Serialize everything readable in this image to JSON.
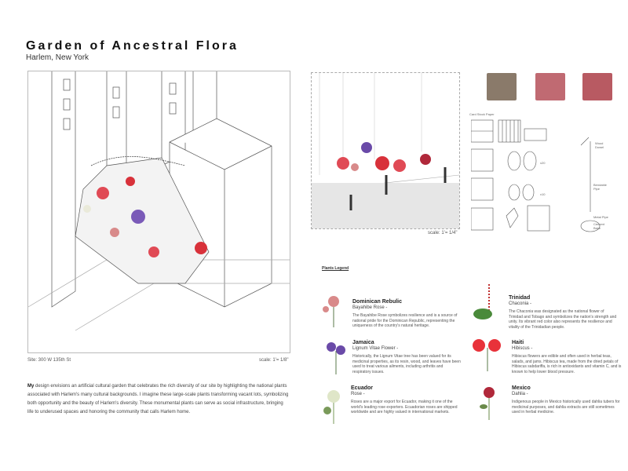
{
  "header": {
    "title": "Garden of Ancestral Flora",
    "subtitle": "Harlem, New York"
  },
  "axon": {
    "site": "Site: 300 W 135th St",
    "scale": "scale: 1'= 1/8\""
  },
  "description": {
    "lead": "My",
    "text": " design envisions an artificial cultural garden that celebrates the rich diversity of our site by highlighting the national plants associated with Harlem's many cultural backgrounds. I imagine these large-scale plants transforming vacant lots, symbolizing both opportunity and the beauty of Harlem's diversity. These monumental plants can serve as social infrastructure, bringing life to underused spaces and honoring the community that calls Harlem home."
  },
  "perspective": {
    "scale": "scale: 1'= 1/4\""
  },
  "model": {
    "card_stock": "Card Stock Paper",
    "x20": "x20",
    "x10": "x10",
    "wood_dowel": "Wood Dowel",
    "bendable_pipe": "Bendable Pipe",
    "metal_pipe": "Metal Pipe",
    "cement_base": "Cement Base"
  },
  "legend": {
    "title": "Plants Legend",
    "entries": [
      {
        "country": "Dominican Rebulic",
        "plant": "Bayahibe Rose -",
        "desc": "The Bayahibe Rose symbolizes resilience and is a source of national pride for the Dominican Republic, representing the uniqueness of the country's natural heritage.",
        "color": "#d98a8a"
      },
      {
        "country": "Jamaica",
        "plant": "Lignum Vitae Flower -",
        "desc": "Historically, the Lignum Vitae tree has been valued for its medicinal properties, as its resin, wood, and leaves have been used to treat various ailments, including arthritis and respiratory issues.",
        "color": "#6a4aa8"
      },
      {
        "country": "Ecuador",
        "plant": "Rose -",
        "desc": "Roses are a major export for Ecuador, making it one of the world's leading rose exporters. Ecuadorian roses are shipped worldwide and are highly valued in international markets.",
        "color": "#e8ecd8"
      },
      {
        "country": "Trinidad",
        "plant": "Chaconia -",
        "desc": "The Chaconia was designated as the national flower of Trinidad and Tobago and symbolizes the nation's strength and unity. Its vibrant red color also represents the resilience and vitality of the Trinidadian people.",
        "color": "#d8313a"
      },
      {
        "country": "Haiti",
        "plant": "Hibiscus -",
        "desc": "Hibiscus flowers are edible and often used in herbal teas, salads, and jams. Hibiscus tea, made from the dried petals of Hibiscus sabdariffa, is rich in antioxidants and vitamin C, and is known to help lower blood pressure.",
        "color": "#e8323a"
      },
      {
        "country": "Mexico",
        "plant": "Dahlia -",
        "desc": "Indigenous people in Mexico historically used dahlia tubers for medicinal purposes, and dahlia extracts are still sometimes used in herbal medicine.",
        "color": "#b0283a"
      }
    ]
  }
}
